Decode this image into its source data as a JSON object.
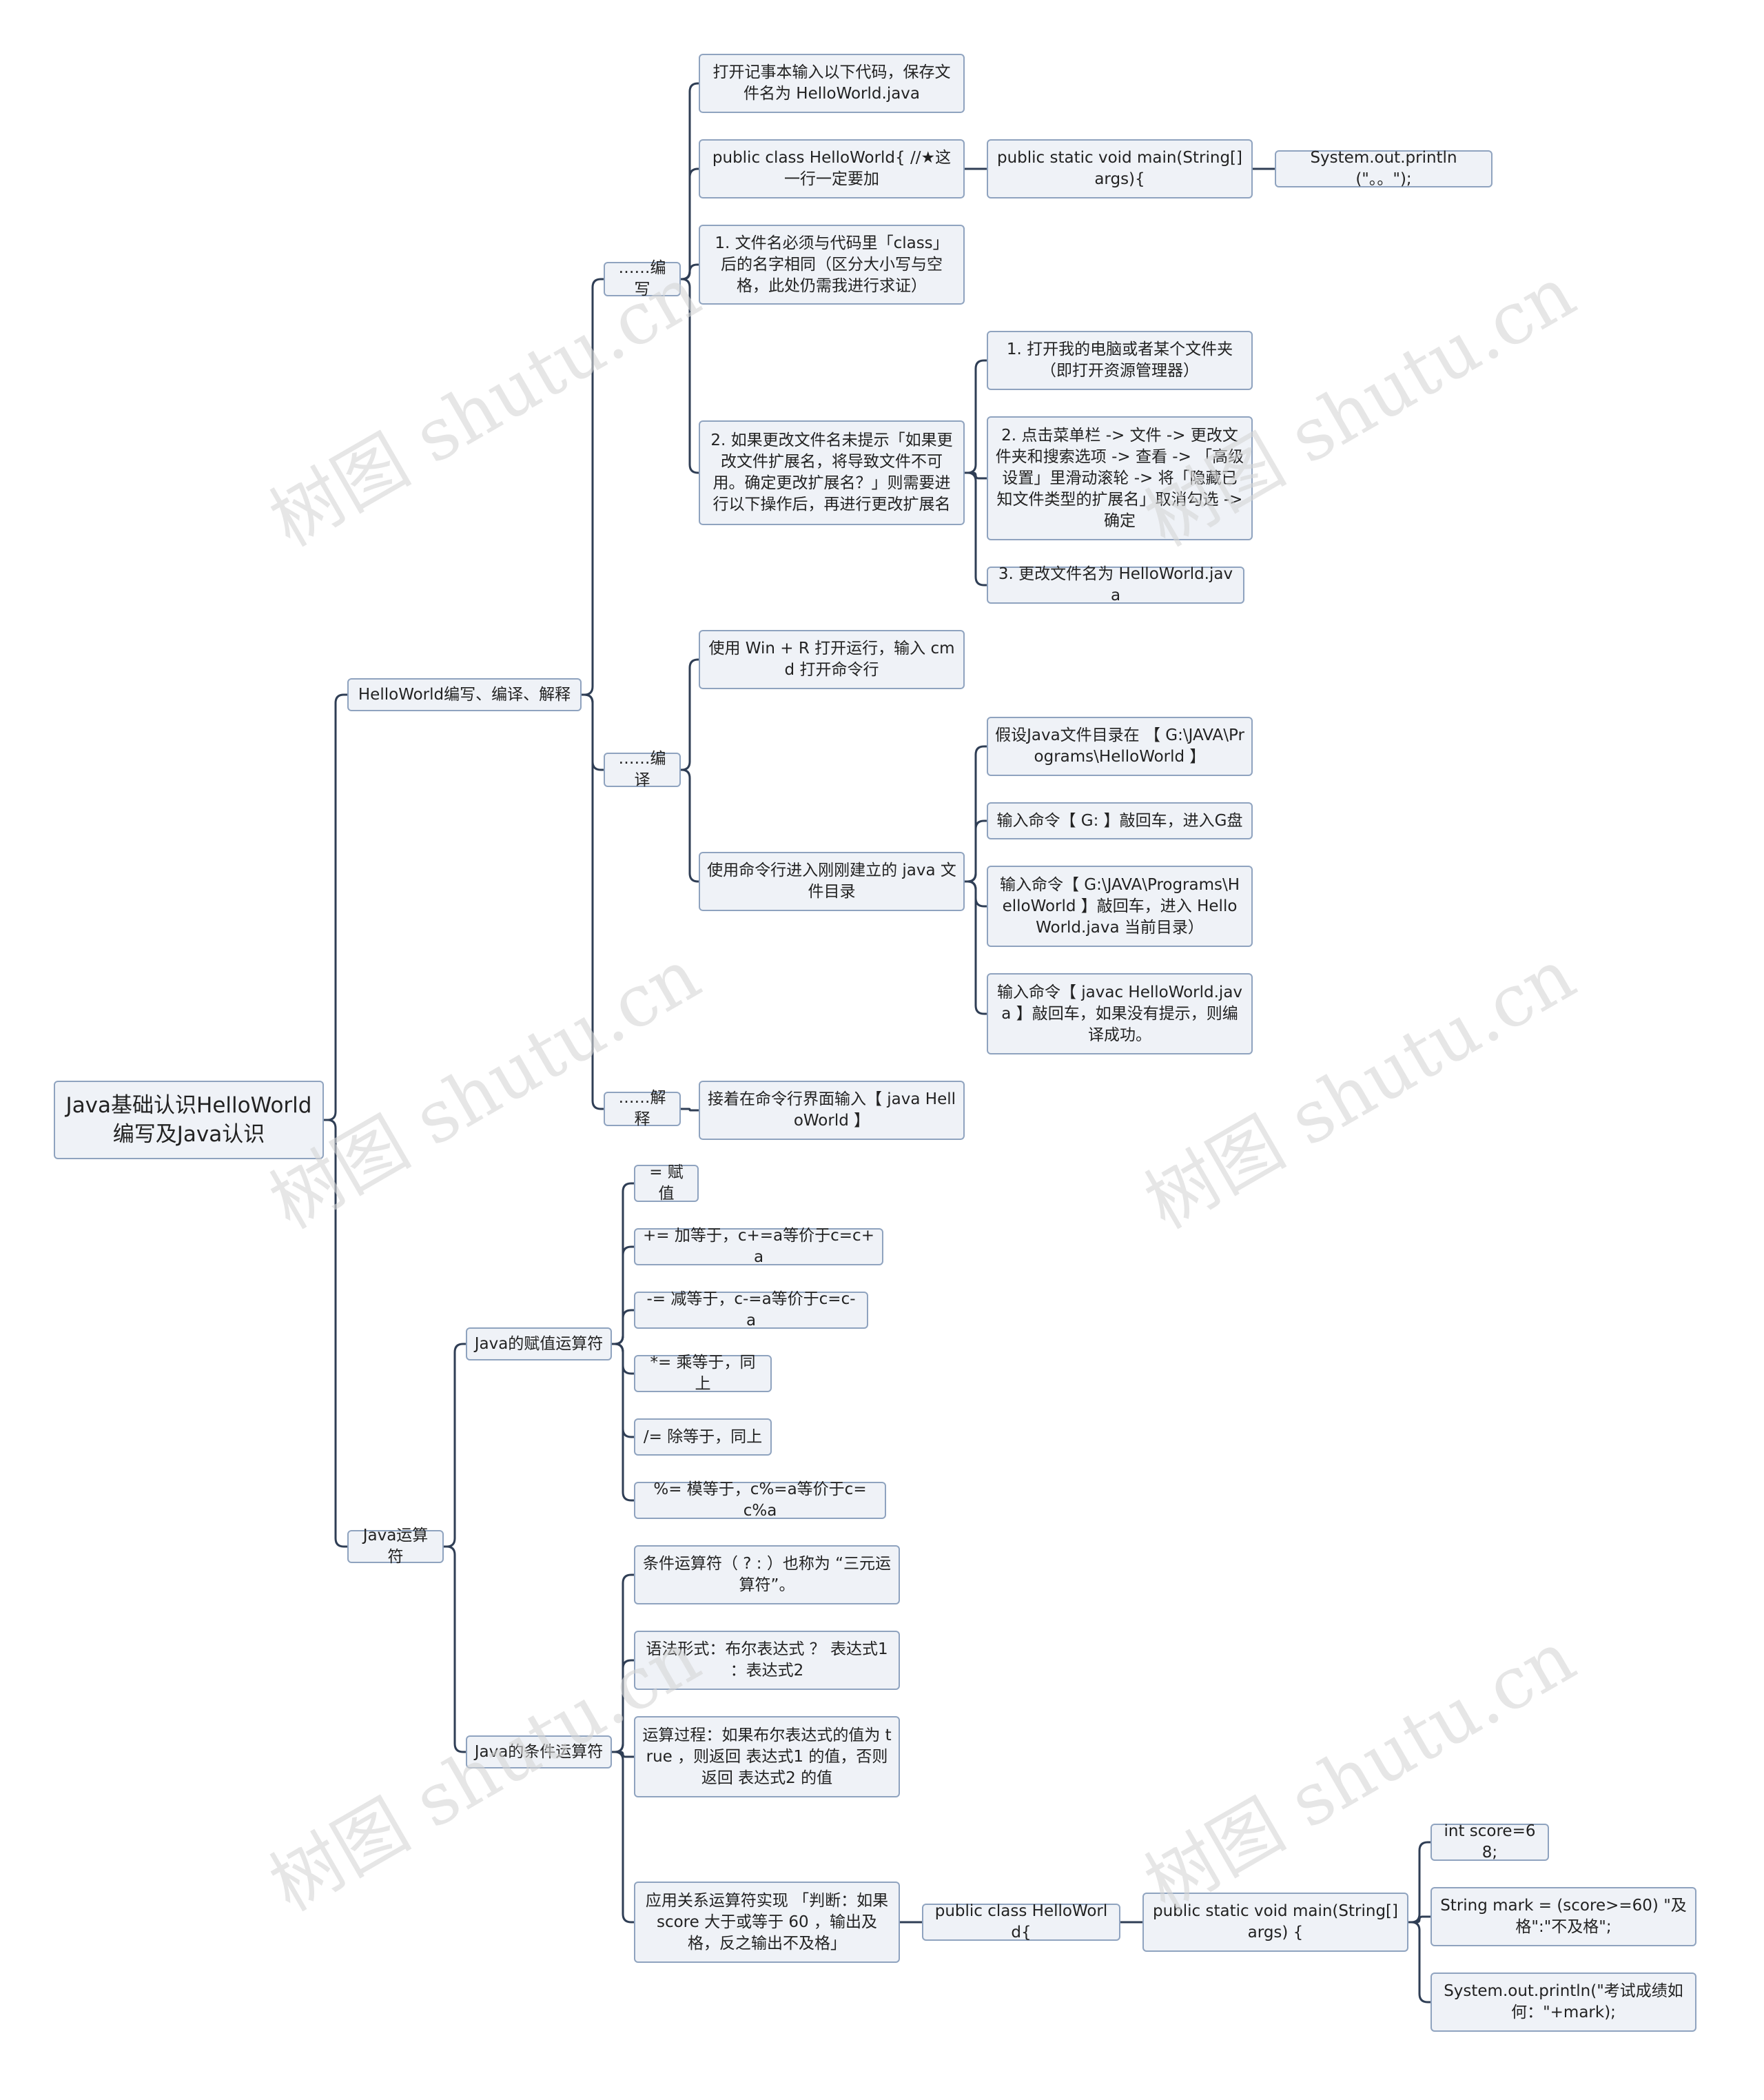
{
  "watermark": "树图 shutu.cn",
  "colors": {
    "line": "#2f3e55",
    "node_bg": "#eff2f7",
    "node_border": "#8fa3bf"
  },
  "nodes": {
    "root": "Java基础认识HelloWorld编写及Java认识",
    "hw": "HelloWorld编写、编译、解释",
    "ops": "Java运算符",
    "write": "……编写",
    "compile": "……编译",
    "explain": "……解释",
    "w1": "打开记事本输入以下代码，保存文件名为 HelloWorld.java",
    "w2": "public class HelloWorld{  //★这一行一定要加",
    "w2a": "public static void main(String[] args){",
    "w2b": "System.out.println(\"。。\");",
    "w3": "1. 文件名必须与代码里「class」后的名字相同（区分大小写与空格，此处仍需我进行求证）",
    "w4": "2. 如果更改文件名未提示「如果更改文件扩展名，将导致文件不可用。确定更改扩展名？」则需要进行以下操作后，再进行更改扩展名",
    "w4a": "1. 打开我的电脑或者某个文件夹（即打开资源管理器）",
    "w4b": "2. 点击菜单栏 -> 文件 -> 更改文件夹和搜索选项 -> 查看 -> 「高级设置」里滑动滚轮 -> 将「隐藏已知文件类型的扩展名」取消勾选 -> 确定",
    "w4c": "3. 更改文件名为 HelloWorld.java",
    "c1": "使用 Win + R 打开运行，输入 cmd 打开命令行",
    "c2": "使用命令行进入刚刚建立的 java 文件目录",
    "c2a": "假设Java文件目录在 【 G:\\JAVA\\Programs\\HelloWorld 】",
    "c2b": "输入命令【 G: 】敲回车，进入G盘",
    "c2c": "输入命令【 G:\\JAVA\\Programs\\HelloWorld 】敲回车，进入 HelloWorld.java 当前目录）",
    "c2d": "输入命令【 javac HelloWorld.java 】敲回车，如果没有提示，则编译成功。",
    "e1": "接着在命令行界面输入【 java HelloWorld 】",
    "assign": "Java的赋值运算符",
    "a1": "= 赋值",
    "a2": "+= 加等于，c+=a等价于c=c+a",
    "a3": "-= 减等于，c-=a等价于c=c-a",
    "a4": "*= 乘等于，同上",
    "a5": "/= 除等于，同上",
    "a6": "%= 模等于，c%=a等价于c=c%a",
    "cond": "Java的条件运算符",
    "t1": "条件运算符（ ? : ）也称为 “三元运算符”。",
    "t2": "语法形式：布尔表达式 ？ 表达式1 ：表达式2",
    "t3": "运算过程：如果布尔表达式的值为 true ，则返回 表达式1 的值，否则返回 表达式2 的值",
    "t4": "应用关系运算符实现 「判断：如果 score 大于或等于 60 ，输出及格，反之输出不及格」",
    "t4a": "public class HelloWorld{",
    "t4b": "public static void main(String[] args) {",
    "t4c": "int score=68;",
    "t4d": "String mark = (score>=60) \"及格\":\"不及格\";",
    "t4e": "System.out.println(\"考试成绩如何：\"+mark);"
  }
}
